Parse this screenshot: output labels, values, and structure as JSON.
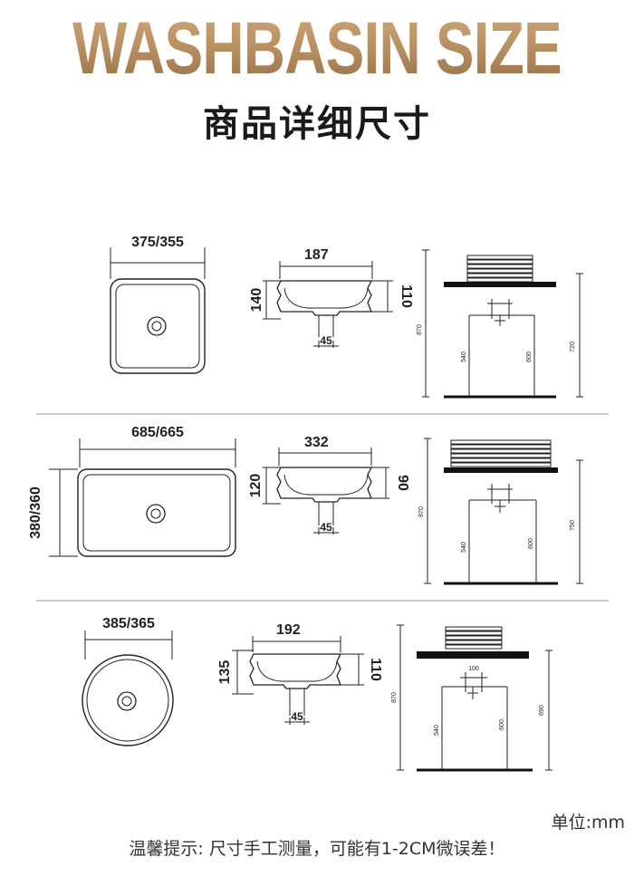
{
  "header": {
    "title_en": "WASHBASIN SIZE",
    "title_cn": "商品详细尺寸"
  },
  "colors": {
    "gold": "#b58e62",
    "ink": "#222222",
    "divider": "#999999"
  },
  "sections": [
    {
      "shape": "square",
      "top_width": "375/355",
      "profile_width": "187",
      "height_outer": "140",
      "height_inner": "110",
      "drain": "45",
      "install": {
        "total": "870",
        "left": "540",
        "mid": "600",
        "right": "720"
      }
    },
    {
      "shape": "rectangle",
      "top_width": "685/665",
      "top_depth": "380/360",
      "profile_width": "332",
      "height_outer": "120",
      "height_inner": "90",
      "drain": "45",
      "install": {
        "total": "870",
        "left": "540",
        "mid": "600",
        "right": "750"
      }
    },
    {
      "shape": "round",
      "top_width": "385/365",
      "profile_width": "192",
      "height_outer": "135",
      "height_inner": "110",
      "drain": "45",
      "install": {
        "total": "870",
        "left": "540",
        "mid": "600",
        "right": "690",
        "faucet": "100"
      }
    }
  ],
  "footer": {
    "unit": "单位:mm",
    "note": "温馨提示: 尺寸手工测量，可能有1-2CM微误差！"
  }
}
